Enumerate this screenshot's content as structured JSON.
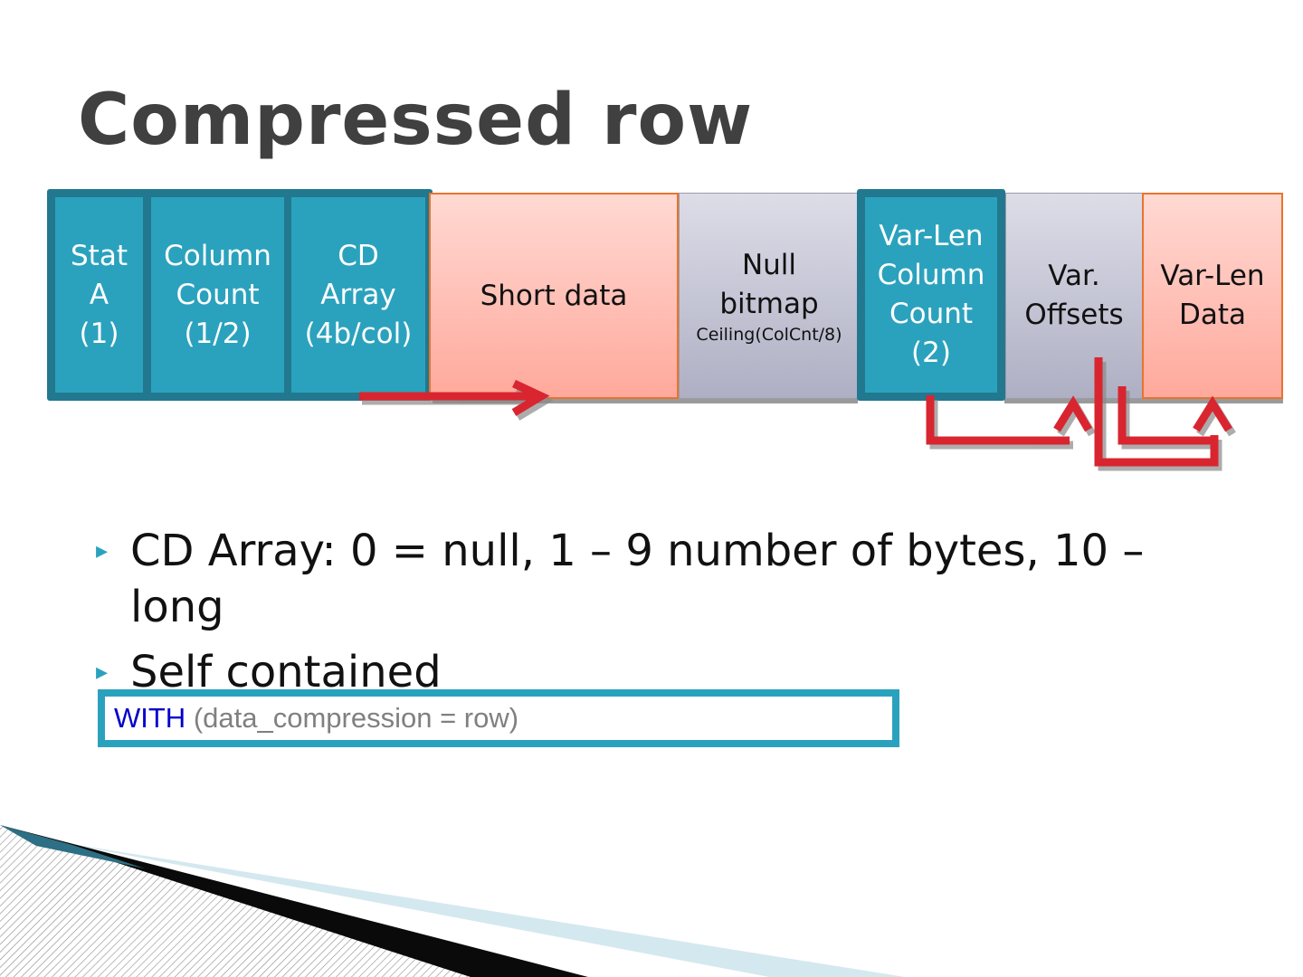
{
  "slide": {
    "title": "Compressed row"
  },
  "row_diagram": {
    "stat": [
      "Stat",
      "A",
      "(1)"
    ],
    "column_count": [
      "Column",
      "Count",
      "(1/2)"
    ],
    "cd_array": [
      "CD",
      "Array",
      "(4b/col)"
    ],
    "short_data": "Short data",
    "null_bitmap": [
      "Null",
      "bitmap"
    ],
    "null_bitmap_size": "Ceiling(ColCnt/8)",
    "var_len_column_count": [
      "Var-Len",
      "Column",
      "Count",
      "(2)"
    ],
    "var_offsets": [
      "Var.",
      "Offsets"
    ],
    "var_len_data": [
      "Var-Len",
      "Data"
    ]
  },
  "bullets": [
    "CD Array: 0 = null, 1 – 9 number of bytes, 10 – long",
    "Self contained"
  ],
  "code": {
    "keyword": "WITH",
    "rest": " (data_compression = row)"
  },
  "colors": {
    "teal": "#2ba2bd",
    "teal_dark": "#21788f",
    "salmon": "#ffa99c",
    "arrow_red": "#d9252f",
    "keyword_blue": "#0000cc"
  }
}
